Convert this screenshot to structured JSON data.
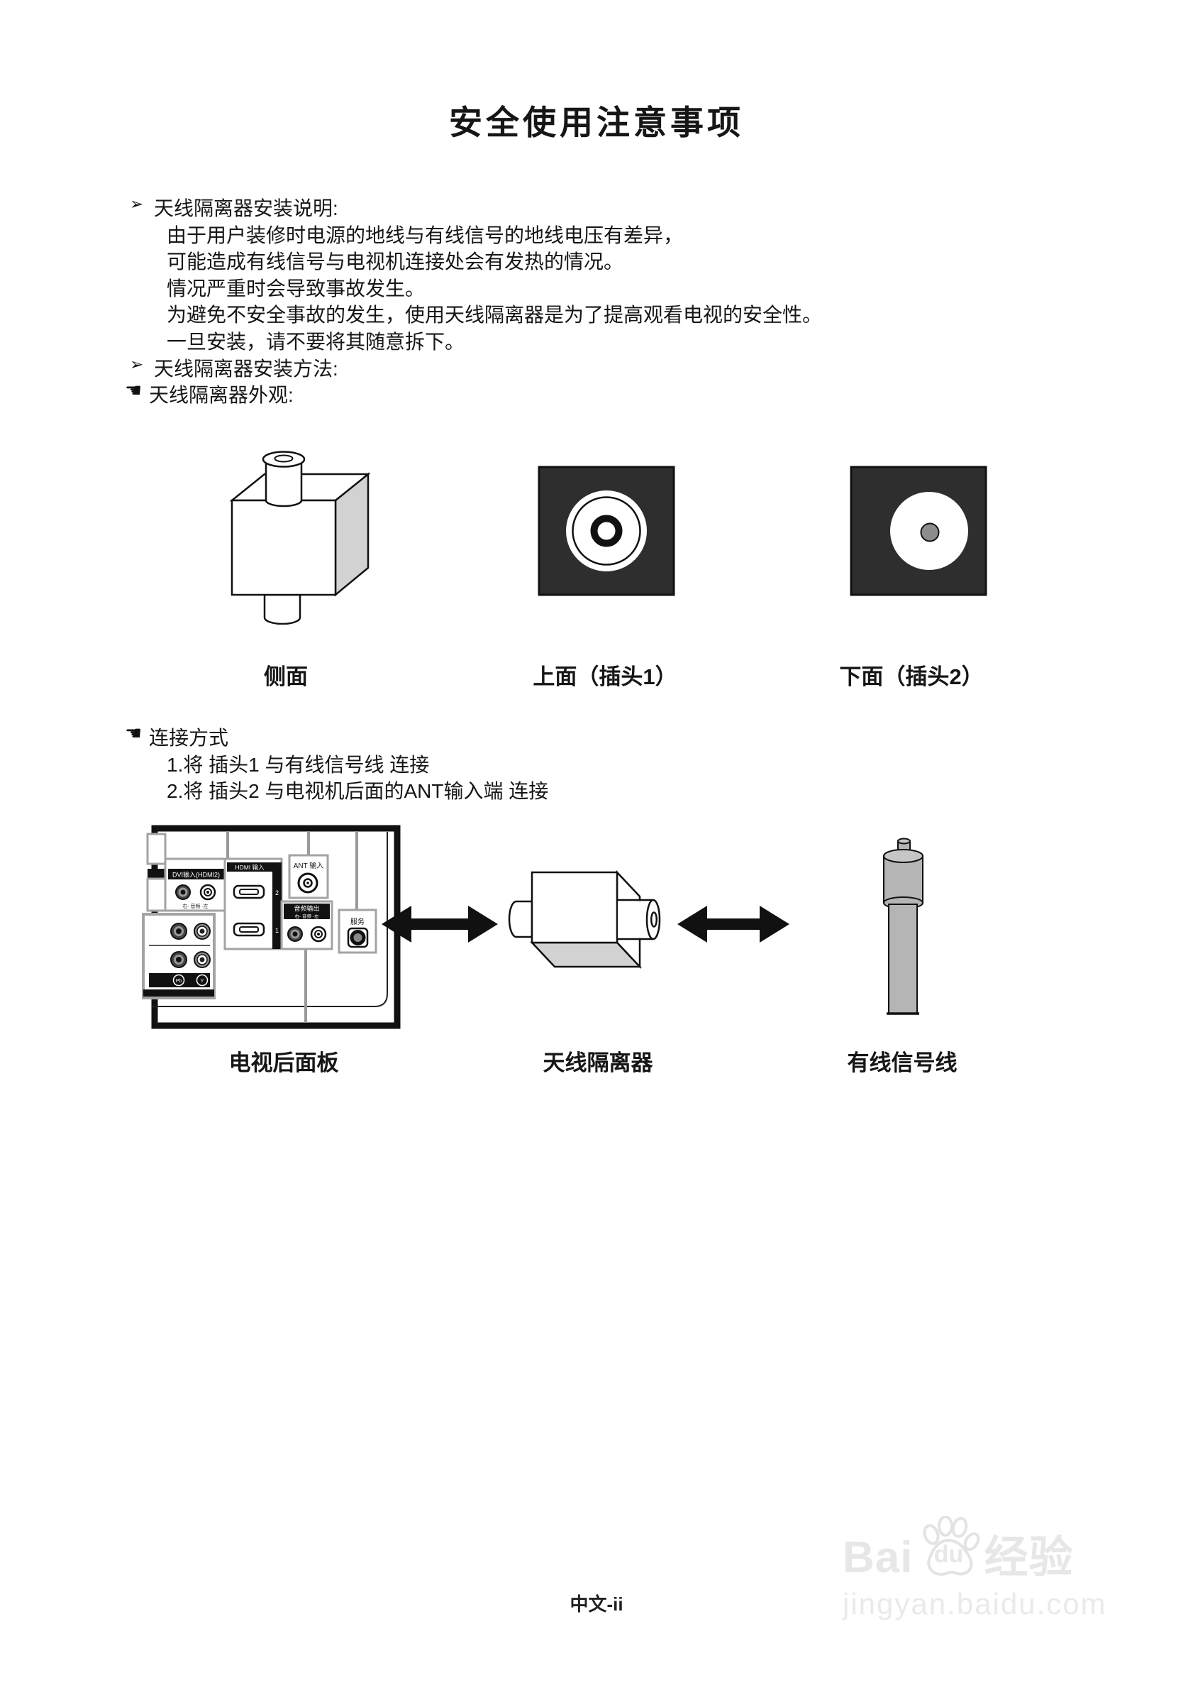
{
  "page": {
    "title": "安全使用注意事项",
    "footer": "中文-ii"
  },
  "bullets": {
    "arrow": "➢",
    "hand": "☚"
  },
  "instructions": {
    "heading1": "天线隔离器安装说明:",
    "body_lines": [
      "由于用户装修时电源的地线与有线信号的地线电压有差异，",
      "可能造成有线信号与电视机连接处会有发热的情况。",
      "情况严重时会导致事故发生。",
      "为避免不安全事故的发生，使用天线隔离器是为了提高观看电视的安全性。",
      "一旦安装，请不要将其随意拆下。"
    ],
    "heading2": "天线隔离器安装方法:",
    "heading3": "天线隔离器外观:"
  },
  "views": {
    "side": "侧面",
    "top": "上面（插头1）",
    "bottom": "下面（插头2）"
  },
  "connection": {
    "heading": "连接方式",
    "step1": "1.将 插头1 与有线信号线 连接",
    "step2": "2.将 插头2 与电视机后面的ANT输入端 连接"
  },
  "tv_panel": {
    "dvi_label": "DVI输入(HDMI2)",
    "dvi_audio_lr": "右- 音频 -左",
    "hdmi_label": "HDMI 输入",
    "hdmi_2": "2",
    "hdmi_1": "1",
    "ant_label": "ANT 输入",
    "audio_out_label": "音频输出",
    "audio_out_lr": "右- 音频 -左",
    "service_label": "服务",
    "pb": "Pb",
    "y": "Y"
  },
  "captions": {
    "panel": "电视后面板",
    "isolator": "天线隔离器",
    "cable": "有线信号线"
  },
  "watermark": {
    "brand_left": "Bai",
    "brand_mid": "du",
    "brand_right": "经验",
    "url": "jingyan.baidu.com"
  },
  "colors": {
    "dark_square": "#2e2e2e",
    "gray_face": "#d2d2d2",
    "callout_gray": "#9a9a9a",
    "cable_gray": "#b5b5b5",
    "watermark_gray": "#e7e7e7"
  }
}
